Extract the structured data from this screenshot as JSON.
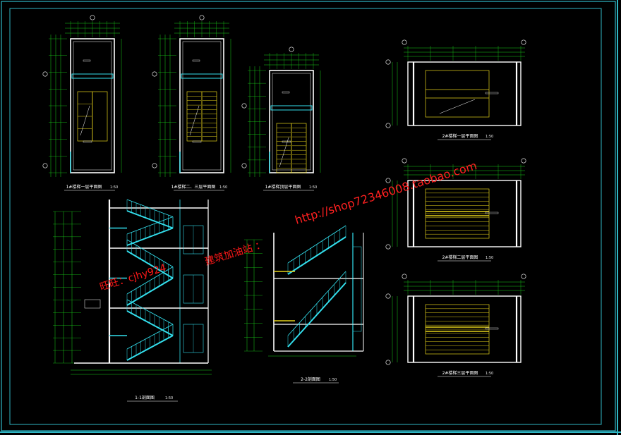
{
  "colors": {
    "background": "#000000",
    "frame": "#2fb6c4",
    "dimension": "#19d219",
    "wall": "#ffffff",
    "stair": "#e6d21a",
    "section": "#33e0ee",
    "axis_bubble": "#ffffff",
    "watermark": "#ff1f1f"
  },
  "plans_top": [
    {
      "title": "1#楼梯一层平面图",
      "scale": "1:50"
    },
    {
      "title": "1#楼梯二、三层平面图",
      "scale": "1:50"
    },
    {
      "title": "1#楼梯顶层平面图",
      "scale": "1:50"
    }
  ],
  "plans_right": [
    {
      "title": "2#楼梯一层平面图",
      "scale": "1:50"
    },
    {
      "title": "2#楼梯二层平面图",
      "scale": "1:50"
    },
    {
      "title": "2#楼梯三层平面图",
      "scale": "1:50"
    }
  ],
  "sections": [
    {
      "title": "1-1剖面图",
      "scale": "1:50"
    },
    {
      "title": "2-2剖面图",
      "scale": "1:50"
    }
  ],
  "watermark": {
    "url": "http://shop72346008.taobao.com",
    "shop": "建筑加油站 ：",
    "contact": "旺旺：cjhy924"
  }
}
